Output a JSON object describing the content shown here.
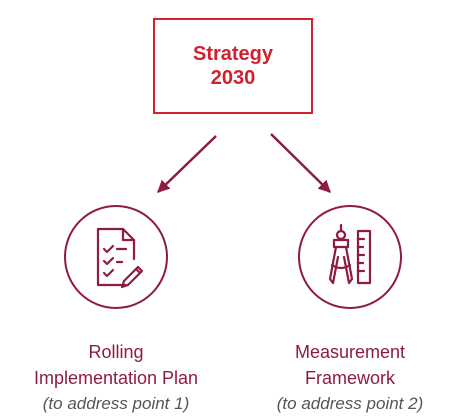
{
  "top": {
    "line1": "Strategy",
    "line2": "2030"
  },
  "left": {
    "icon": "checklist-pencil-icon",
    "line1": "Rolling",
    "line2": "Implementation Plan",
    "note": "(to address point 1)"
  },
  "right": {
    "icon": "compass-ruler-icon",
    "line1": "Measurement",
    "line2": "Framework",
    "note": "(to address point 2)"
  },
  "colors": {
    "accent_red": "#d0222e",
    "maroon": "#8e1c3e",
    "note_gray": "#555555"
  }
}
